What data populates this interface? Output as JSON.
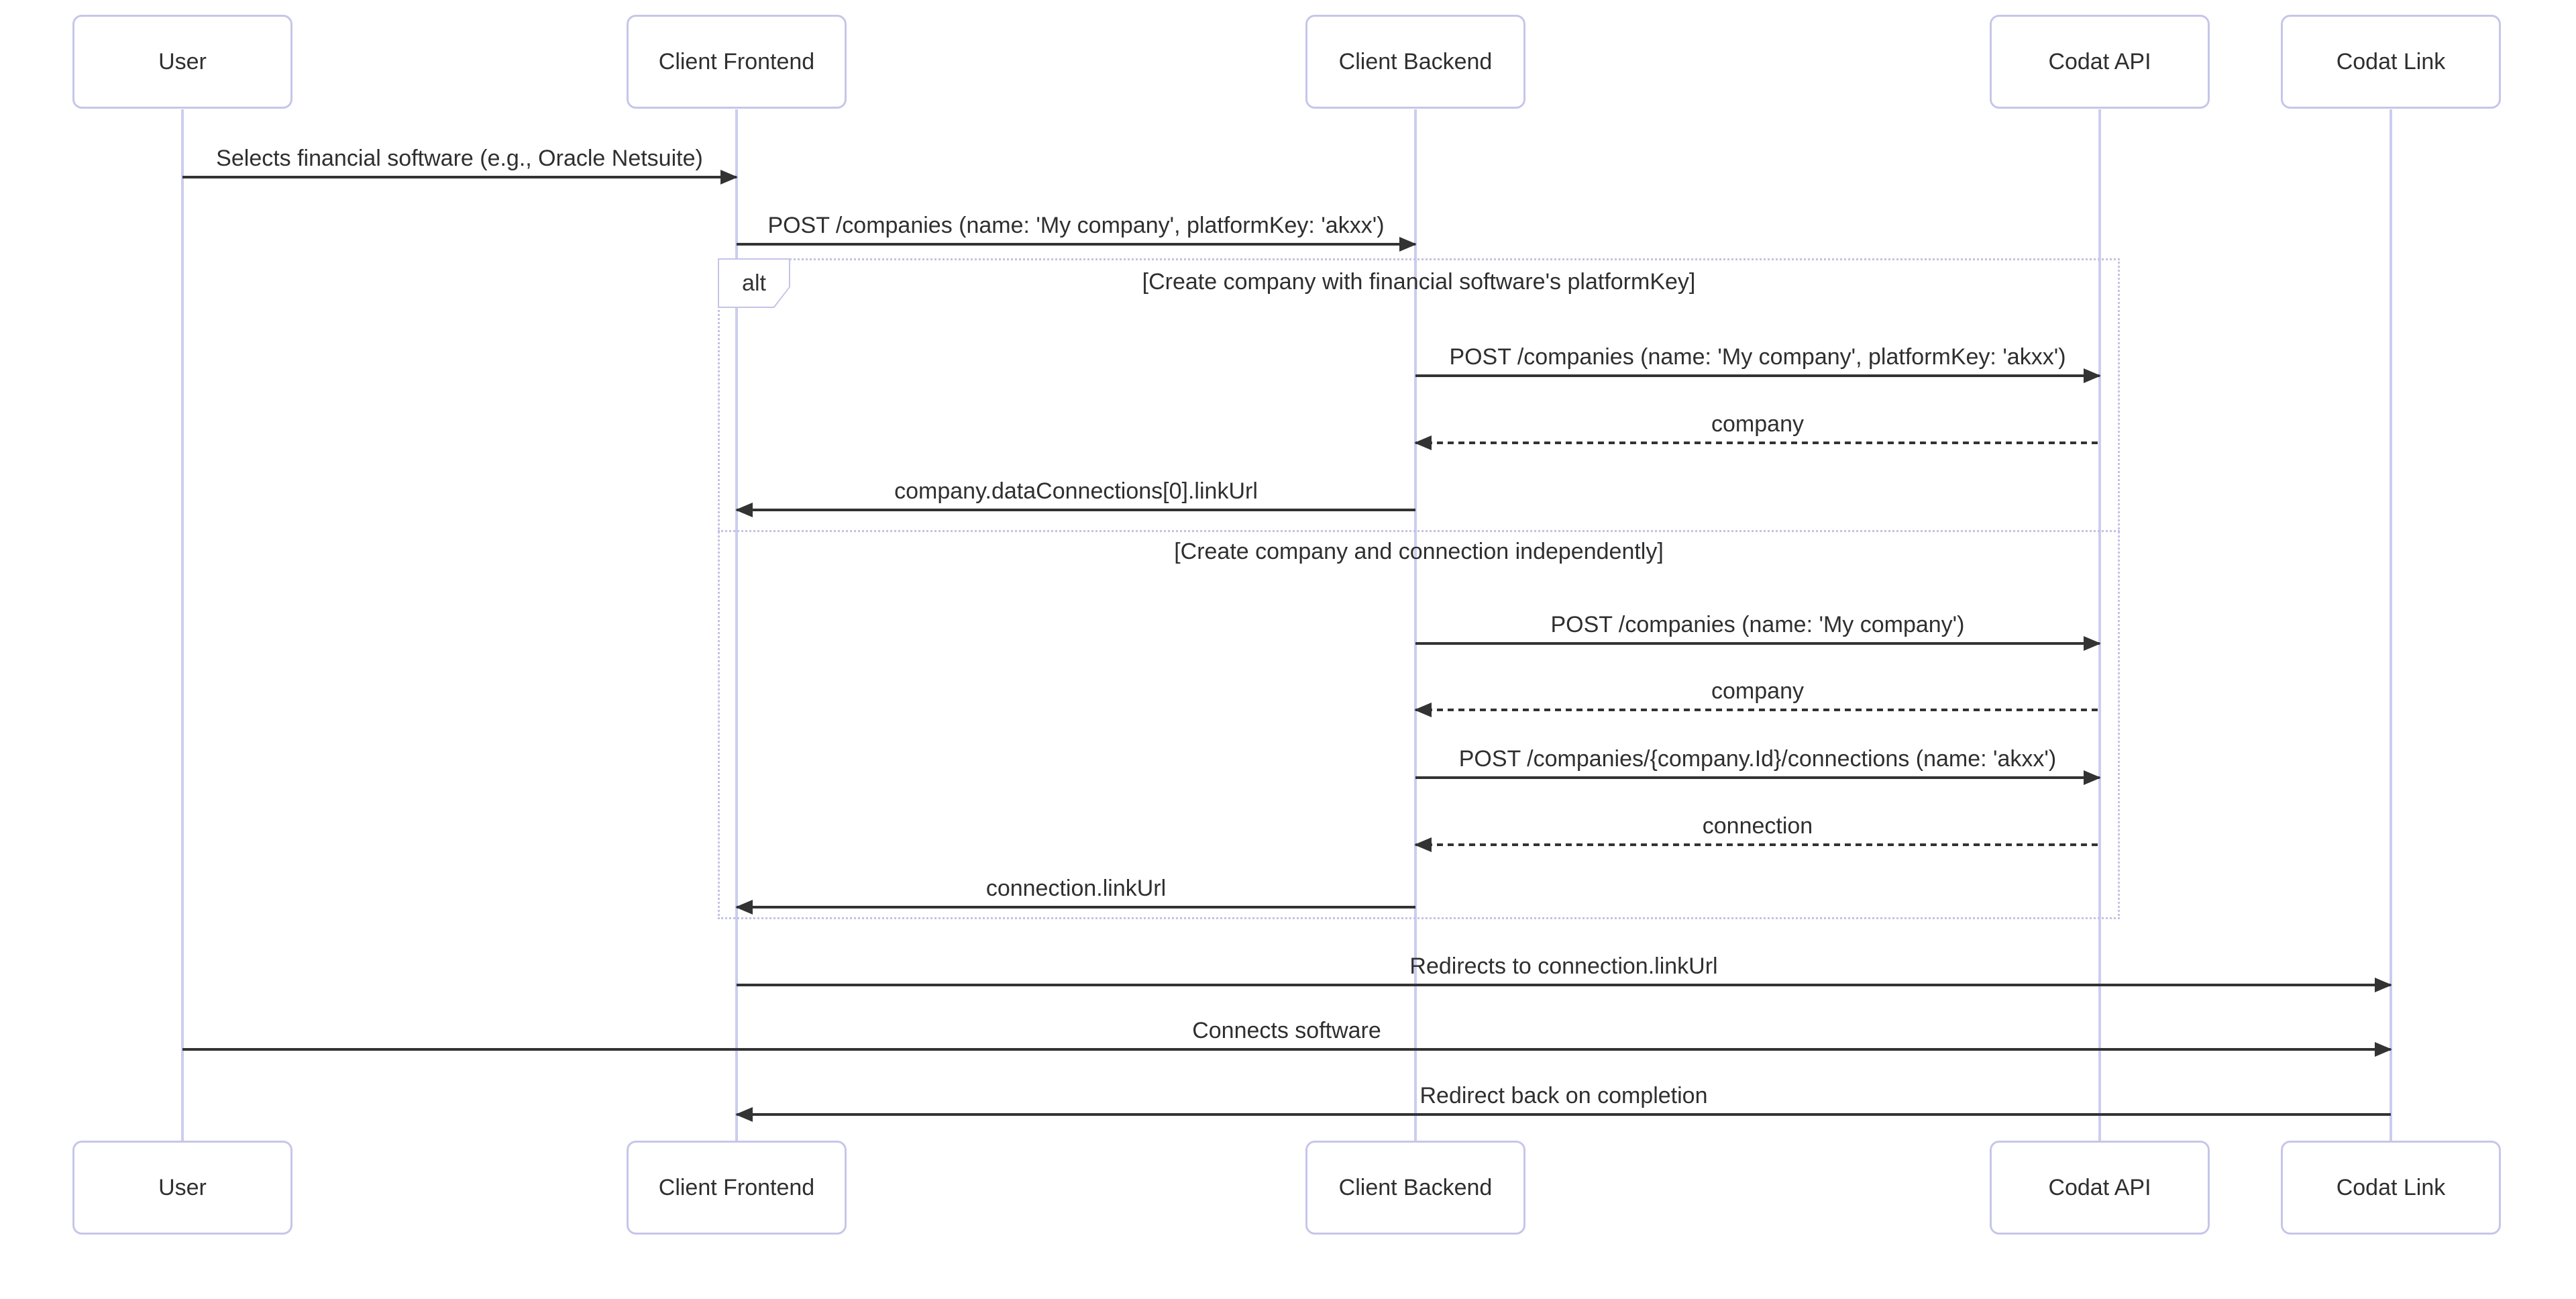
{
  "diagram_type": "sequence-diagram",
  "participants": [
    {
      "id": "user",
      "label": "User"
    },
    {
      "id": "client-frontend",
      "label": "Client Frontend"
    },
    {
      "id": "client-backend",
      "label": "Client Backend"
    },
    {
      "id": "codat-api",
      "label": "Codat API"
    },
    {
      "id": "codat-link",
      "label": "Codat Link"
    }
  ],
  "messages": [
    {
      "from": "User",
      "to": "Client Frontend",
      "line": "solid",
      "arrow": "right",
      "text": "Selects financial software (e.g., Oracle Netsuite)"
    },
    {
      "from": "Client Frontend",
      "to": "Client Backend",
      "line": "solid",
      "arrow": "right",
      "text": "POST /companies (name: 'My company', platformKey: 'akxx')"
    },
    {
      "from": "Client Backend",
      "to": "Codat API",
      "line": "solid",
      "arrow": "right",
      "text": "POST /companies (name: 'My company', platformKey: 'akxx')"
    },
    {
      "from": "Codat API",
      "to": "Client Backend",
      "line": "dashed",
      "arrow": "left",
      "text": "company"
    },
    {
      "from": "Client Backend",
      "to": "Client Frontend",
      "line": "solid",
      "arrow": "left",
      "text": "company.dataConnections[0].linkUrl"
    },
    {
      "from": "Client Backend",
      "to": "Codat API",
      "line": "solid",
      "arrow": "right",
      "text": "POST /companies (name: 'My company')"
    },
    {
      "from": "Codat API",
      "to": "Client Backend",
      "line": "dashed",
      "arrow": "left",
      "text": "company"
    },
    {
      "from": "Client Backend",
      "to": "Codat API",
      "line": "solid",
      "arrow": "right",
      "text": "POST /companies/{company.Id}/connections (name: 'akxx')"
    },
    {
      "from": "Codat API",
      "to": "Client Backend",
      "line": "dashed",
      "arrow": "left",
      "text": "connection"
    },
    {
      "from": "Client Backend",
      "to": "Client Frontend",
      "line": "solid",
      "arrow": "left",
      "text": "connection.linkUrl"
    },
    {
      "from": "Client Frontend",
      "to": "Codat Link",
      "line": "solid",
      "arrow": "right",
      "text": "Redirects to connection.linkUrl"
    },
    {
      "from": "User",
      "to": "Codat Link",
      "line": "solid",
      "arrow": "right",
      "text": "Connects software"
    },
    {
      "from": "Codat Link",
      "to": "Client Frontend",
      "line": "solid",
      "arrow": "left",
      "text": "Redirect back on completion"
    }
  ],
  "alt": {
    "label": "alt",
    "sections": [
      {
        "condition": "[Create company with financial software's platformKey]"
      },
      {
        "condition": "[Create company and connection independently]"
      }
    ]
  },
  "colors": {
    "background": "#ffffff",
    "actor_fill": "#ffffff",
    "actor_border": "#c6c6ea",
    "lifeline": "#ccccf0",
    "frame_border": "#c2c2e6",
    "arrow": "#333333",
    "text": "#2f2f2f"
  }
}
